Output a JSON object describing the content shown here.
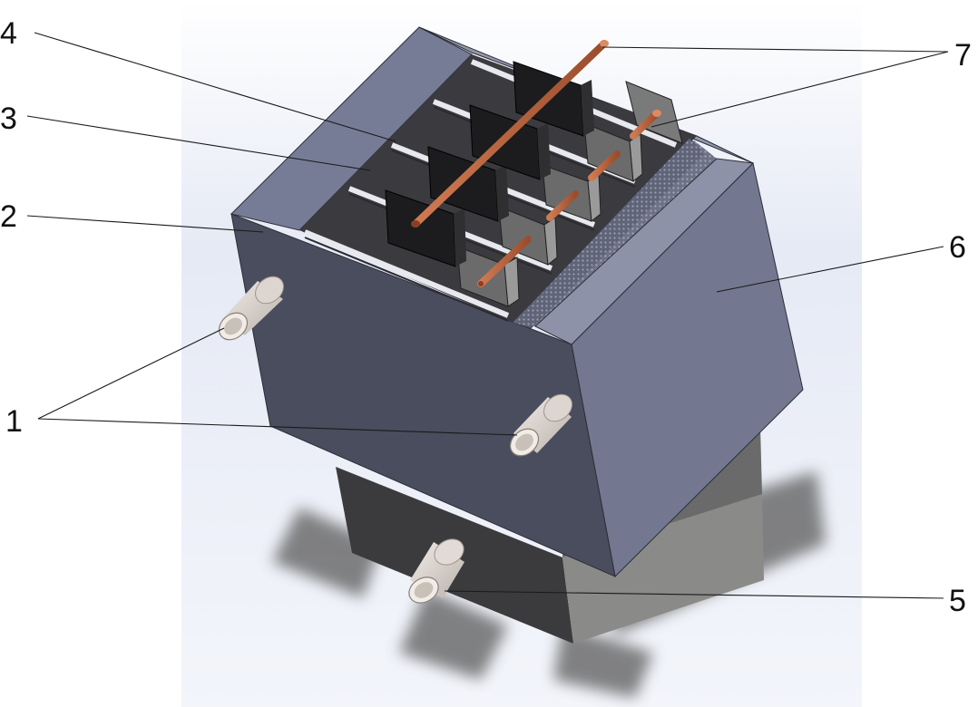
{
  "callouts": [
    {
      "id": "1",
      "label": "1"
    },
    {
      "id": "2",
      "label": "2"
    },
    {
      "id": "3",
      "label": "3"
    },
    {
      "id": "4",
      "label": "4"
    },
    {
      "id": "5",
      "label": "5"
    },
    {
      "id": "6",
      "label": "6"
    },
    {
      "id": "7",
      "label": "7"
    }
  ],
  "colors": {
    "backdrop": "#e9edf6",
    "box_front": "#4b4e5e",
    "box_right": "#737890",
    "box_top_rim": "#8a8fa6",
    "interior": "#3a3a3e",
    "electrode_dark": "#1b1b1d",
    "electrode_grey": "#6c6c6c",
    "copper_rod": "#b0603c",
    "mesh": "#6e7386",
    "pipe": "#d8d2cc",
    "lower_box": "#3d3d3d",
    "shadow": "#4a4a4a"
  }
}
